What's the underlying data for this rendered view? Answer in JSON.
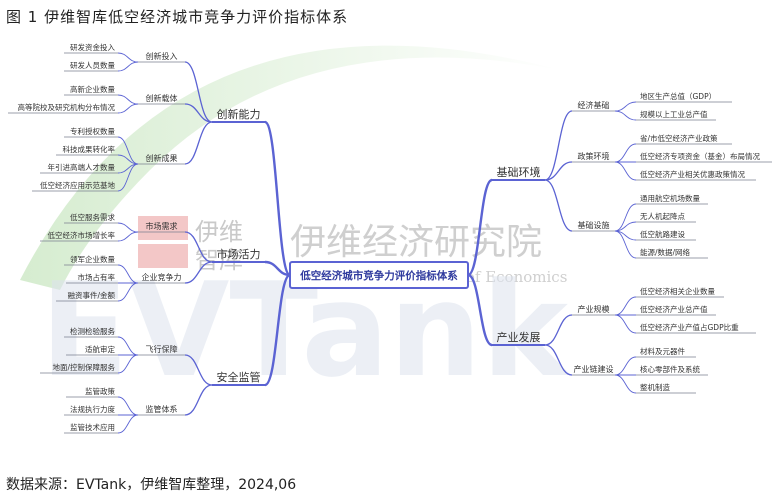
{
  "figure": {
    "title": "图 1  伊维智库低空经济城市竞争力评价指标体系",
    "source": "数据来源：EVTank，伊维智库整理，2024,06"
  },
  "watermark": {
    "cn_logo_top": "伊维",
    "cn_logo_bottom": "智库",
    "cn_name": "伊维经济研究院",
    "en_name": "China YiWei Institute of Economics",
    "brand": "EVTank"
  },
  "colors": {
    "connector": "#5b63d3",
    "center_border": "#5b63d3",
    "center_text": "#2f3a9e",
    "node_line": "#7a7f8f",
    "text": "#333333"
  },
  "mindmap": {
    "center": "低空经济城市竞争力评价指标体系",
    "left": [
      {
        "label": "创新能力",
        "groups": [
          {
            "label": "创新投入",
            "leaves": [
              "研发资金投入",
              "研发人员数量"
            ]
          },
          {
            "label": "创新载体",
            "leaves": [
              "高新企业数量",
              "高等院校及研究机构分布情况"
            ]
          },
          {
            "label": "创新成果",
            "leaves": [
              "专利授权数量",
              "科技成果转化率",
              "年引进高端人才数量",
              "低空经济应用示范基地"
            ]
          }
        ]
      },
      {
        "label": "市场活力",
        "groups": [
          {
            "label": "市场需求",
            "leaves": [
              "低空服务需求",
              "低空经济市场增长率"
            ]
          },
          {
            "label": "企业竞争力",
            "leaves": [
              "领军企业数量",
              "市场占有率",
              "融资事件/金额"
            ]
          }
        ]
      },
      {
        "label": "安全监管",
        "groups": [
          {
            "label": "飞行保障",
            "leaves": [
              "检测检验服务",
              "适航审定",
              "地面/控制保障服务"
            ]
          },
          {
            "label": "监管体系",
            "leaves": [
              "监管政策",
              "法规执行力度",
              "监管技术应用"
            ]
          }
        ]
      }
    ],
    "right": [
      {
        "label": "基础环境",
        "groups": [
          {
            "label": "经济基础",
            "leaves": [
              "地区生产总值（GDP）",
              "规模以上工业总产值"
            ]
          },
          {
            "label": "政策环境",
            "leaves": [
              "省/市低空经济产业政策",
              "低空经济专项资金（基金）布局情况",
              "低空经济产业相关优惠政策情况"
            ]
          },
          {
            "label": "基础设施",
            "leaves": [
              "通用航空机场数量",
              "无人机起降点",
              "低空航路建设",
              "能源/数据/网络"
            ]
          }
        ]
      },
      {
        "label": "产业发展",
        "groups": [
          {
            "label": "产业规模",
            "leaves": [
              "低空经济相关企业数量",
              "低空经济产业总产值",
              "低空经济产业产值占GDP比重"
            ]
          },
          {
            "label": "产业链建设",
            "leaves": [
              "材料及元器件",
              "核心零部件及系统",
              "整机制造"
            ]
          }
        ]
      }
    ]
  }
}
